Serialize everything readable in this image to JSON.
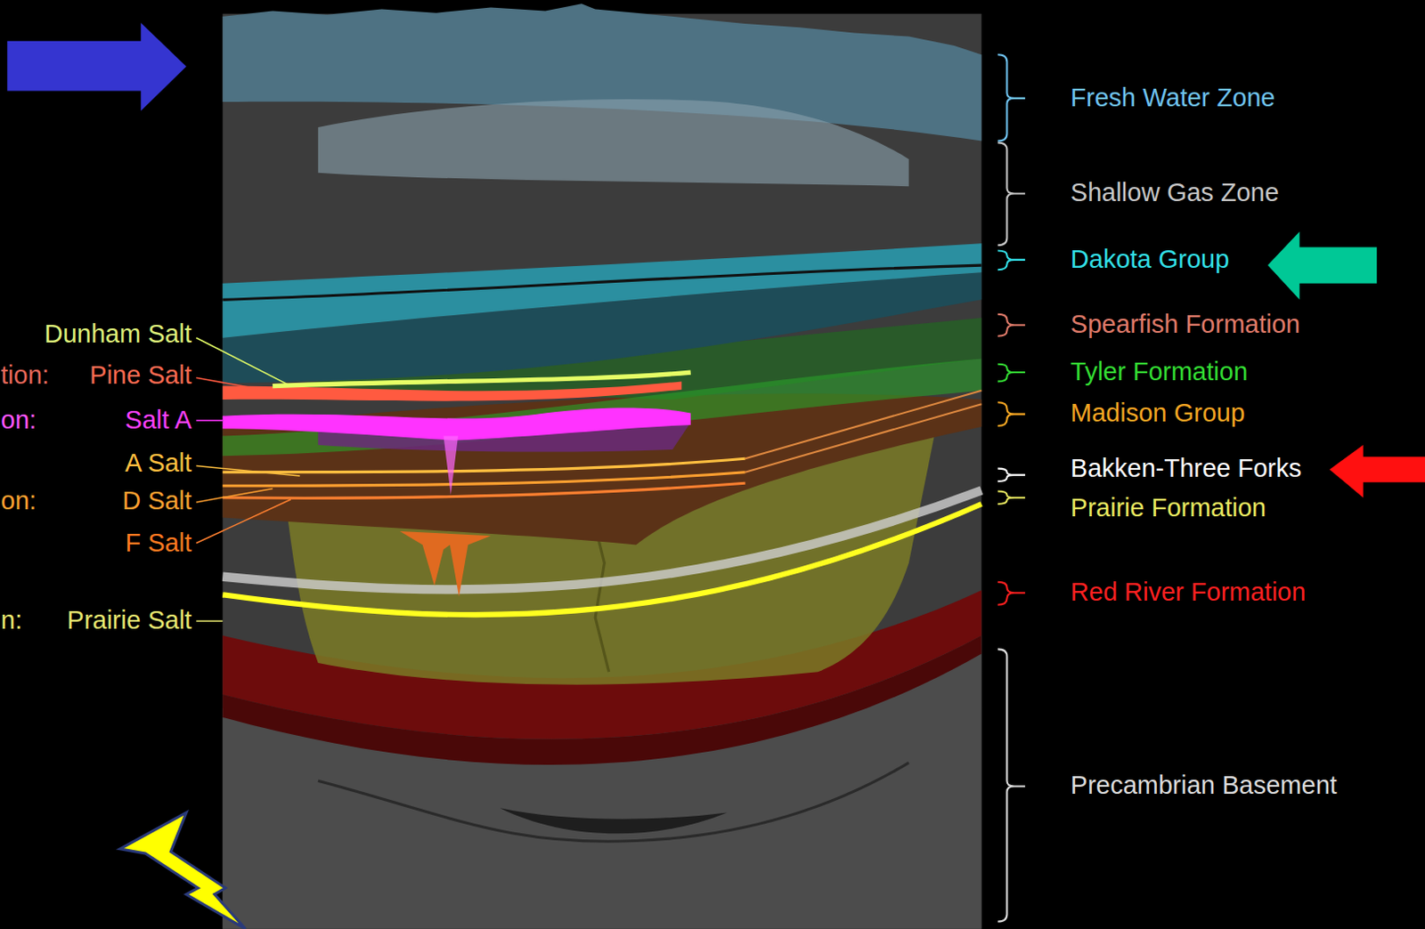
{
  "diagram": {
    "labels": [
      "Fresh Water Zone",
      "Shallow Gas Zone",
      "Dakota Group",
      "Dunham Salt",
      "Spearfish Formation",
      "tion:",
      "Pine Salt",
      "Tyler Formation",
      "on:",
      "Salt A",
      "Madison Group",
      "A Salt",
      "Bakken-Three Forks",
      "on:",
      "D Salt",
      "Prairie Formation",
      "F Salt",
      "Red River Formation",
      "n:",
      "Prairie Salt",
      "Precambrian Basement"
    ]
  }
}
